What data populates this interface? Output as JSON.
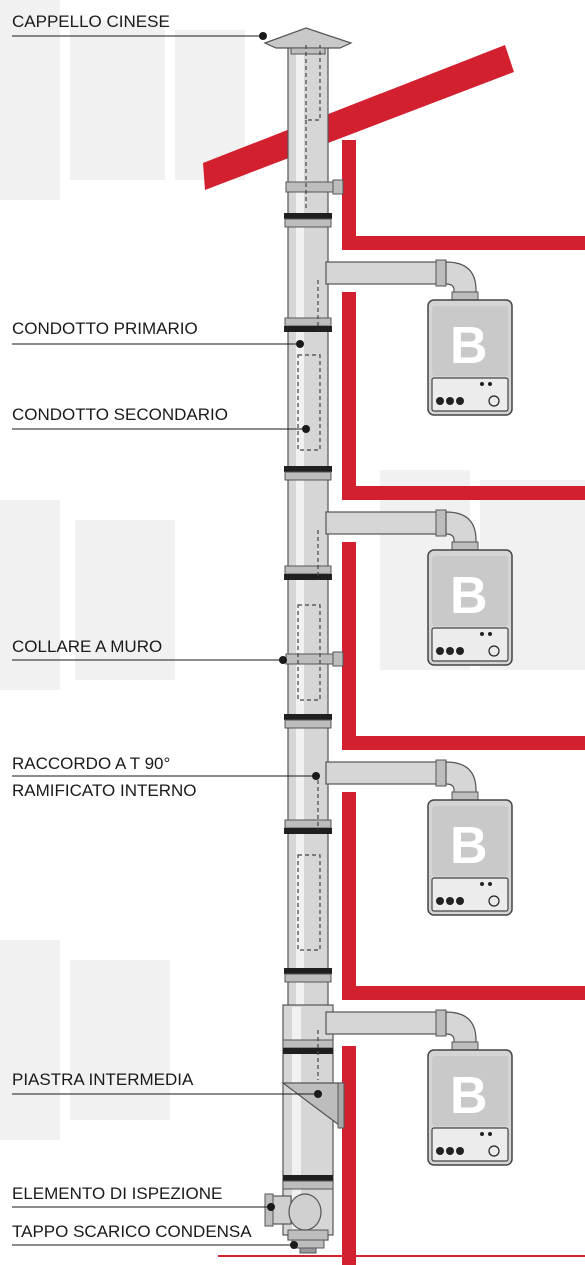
{
  "labels": {
    "cappello_cinese": "CAPPELLO CINESE",
    "condotto_primario": "CONDOTTO PRIMARIO",
    "condotto_secondario": "CONDOTTO SECONDARIO",
    "collare_a_muro": "COLLARE A MURO",
    "raccordo_line1": "RACCORDO A T 90°",
    "raccordo_line2": "RAMIFICATO INTERNO",
    "piastra_intermedia": "PIASTRA INTERMEDIA",
    "elemento_ispezione": "ELEMENTO DI ISPEZIONE",
    "tappo_scarico": "TAPPO SCARICO CONDENSA"
  },
  "boiler_letter": "B",
  "colors": {
    "wall_red": "#d2202f",
    "pipe_grey": "#d6d6d6",
    "boiler_grey": "#d4d4d4",
    "watermark": "#f1f1f1"
  },
  "icons": [
    "boiler-icon",
    "chimney-cap-icon"
  ]
}
